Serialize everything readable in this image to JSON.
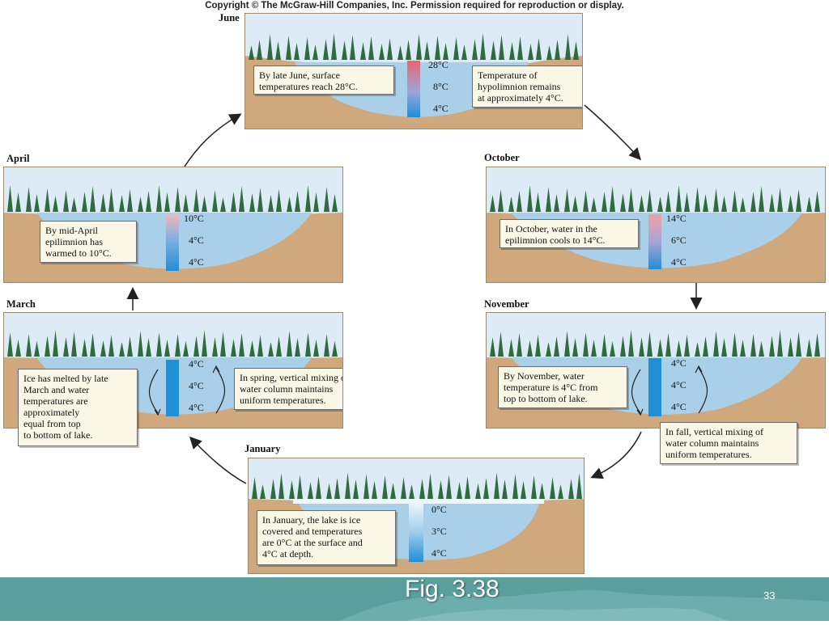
{
  "copyright": "Copyright © The McGraw-Hill Companies, Inc. Permission required for reproduction or display.",
  "colors": {
    "sky": "#dcebf5",
    "water": "#a9d0e8",
    "soil": "#cfa97d",
    "tree": "#2f6b3e",
    "ice": "#eef7fb",
    "warm": "#e8666f",
    "cold": "#1f8fd6"
  },
  "panels": [
    {
      "id": "june",
      "month": "June",
      "temps": [
        "28°C",
        "8°C",
        "4°C"
      ],
      "gradient": "warm",
      "callouts": [
        [
          "By late June, surface",
          "temperatures reach 28°C."
        ],
        [
          "Temperature of",
          "hypolimnion remains",
          "at approximately 4°C."
        ]
      ]
    },
    {
      "id": "october",
      "month": "October",
      "temps": [
        "14°C",
        "6°C",
        "4°C"
      ],
      "gradient": "mild",
      "callouts": [
        [
          "In October, water in the",
          "epilimnion cools to 14°C."
        ]
      ]
    },
    {
      "id": "november",
      "month": "November",
      "temps": [
        "4°C",
        "4°C",
        "4°C"
      ],
      "gradient": "cold",
      "callouts": [
        [
          "By November, water",
          "temperature is 4°C from",
          "top to bottom of lake."
        ],
        [
          "In fall, vertical mixing of",
          "water column maintains",
          "uniform temperatures."
        ]
      ]
    },
    {
      "id": "january",
      "month": "January",
      "temps": [
        "0°C",
        "3°C",
        "4°C"
      ],
      "gradient": "ice",
      "callouts": [
        [
          "In January, the lake is ice",
          "covered and temperatures",
          "are 0°C at the surface and",
          "4°C at depth."
        ]
      ]
    },
    {
      "id": "march",
      "month": "March",
      "temps": [
        "4°C",
        "4°C",
        "4°C"
      ],
      "gradient": "cold",
      "callouts": [
        [
          "Ice has melted by late",
          "March and water",
          "temperatures are",
          "approximately",
          "equal from top",
          "to bottom of lake."
        ],
        [
          "In spring, vertical mixing of",
          "water column maintains",
          "uniform temperatures."
        ]
      ]
    },
    {
      "id": "april",
      "month": "April",
      "temps": [
        "10°C",
        "4°C",
        "4°C"
      ],
      "gradient": "mild",
      "callouts": [
        [
          "By mid-April",
          "epilimnion has",
          "warmed to 10°C."
        ]
      ]
    }
  ],
  "footer": {
    "fig_label": "Fig. 3.38",
    "page_number": "33"
  }
}
